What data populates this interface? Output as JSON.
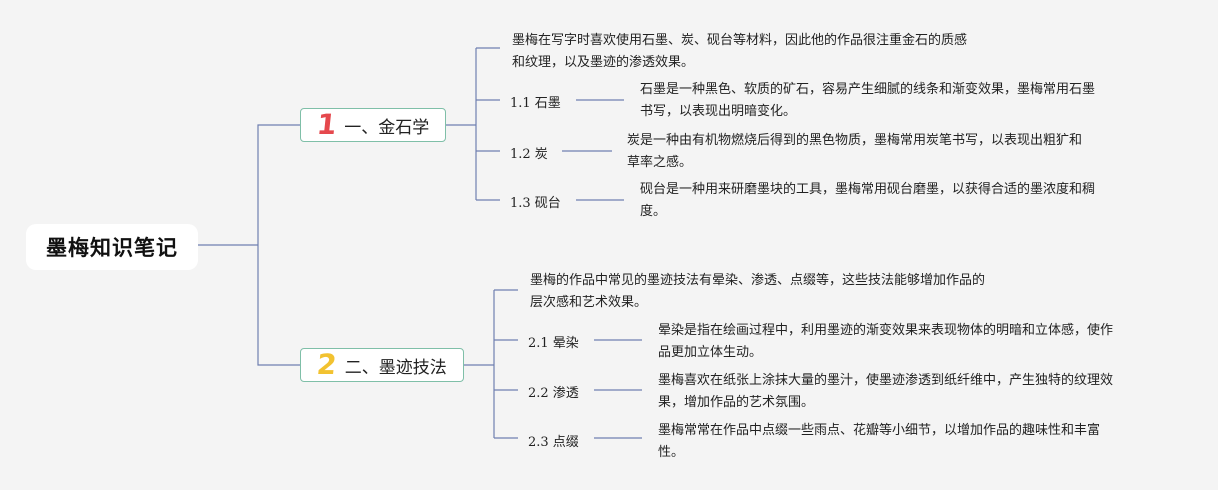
{
  "root": {
    "title": "墨梅知识笔记"
  },
  "branches": [
    {
      "num": "1",
      "num_color": "#e5484d",
      "label": "一、金石学",
      "intro": [
        "墨梅在写字时喜欢使用石墨、炭、砚台等材料，因此他的作品很注重金石的质感",
        "和纹理，以及墨迹的渗透效果。"
      ],
      "items": [
        {
          "label": "1.1 石墨",
          "desc": [
            "石墨是一种黑色、软质的矿石，容易产生细腻的线条和渐变效果，墨梅常用石墨",
            "书写，以表现出明暗变化。"
          ]
        },
        {
          "label": "1.2 炭",
          "desc": [
            "炭是一种由有机物燃烧后得到的黑色物质，墨梅常用炭笔书写，以表现出粗犷和",
            "草率之感。"
          ]
        },
        {
          "label": "1.3 砚台",
          "desc": [
            "砚台是一种用来研磨墨块的工具，墨梅常用砚台磨墨，以获得合适的墨浓度和稠",
            "度。"
          ]
        }
      ]
    },
    {
      "num": "2",
      "num_color": "#f2c230",
      "label": "二、墨迹技法",
      "intro": [
        "墨梅的作品中常见的墨迹技法有晕染、渗透、点缀等，这些技法能够增加作品的",
        "层次感和艺术效果。"
      ],
      "items": [
        {
          "label": "2.1 晕染",
          "desc": [
            "晕染是指在绘画过程中，利用墨迹的渐变效果来表现物体的明暗和立体感，使作",
            "品更加立体生动。"
          ]
        },
        {
          "label": "2.2 渗透",
          "desc": [
            "墨梅喜欢在纸张上涂抹大量的墨汁，使墨迹渗透到纸纤维中，产生独特的纹理效",
            "果，增加作品的艺术氛围。"
          ]
        },
        {
          "label": "2.3 点缀",
          "desc": [
            "墨梅常常在作品中点缀一些雨点、花瓣等小细节，以增加作品的趣味性和丰富",
            "性。"
          ]
        }
      ]
    }
  ],
  "colors": {
    "line": "#6f7fb0",
    "topic_border": "#7fbfa8"
  }
}
